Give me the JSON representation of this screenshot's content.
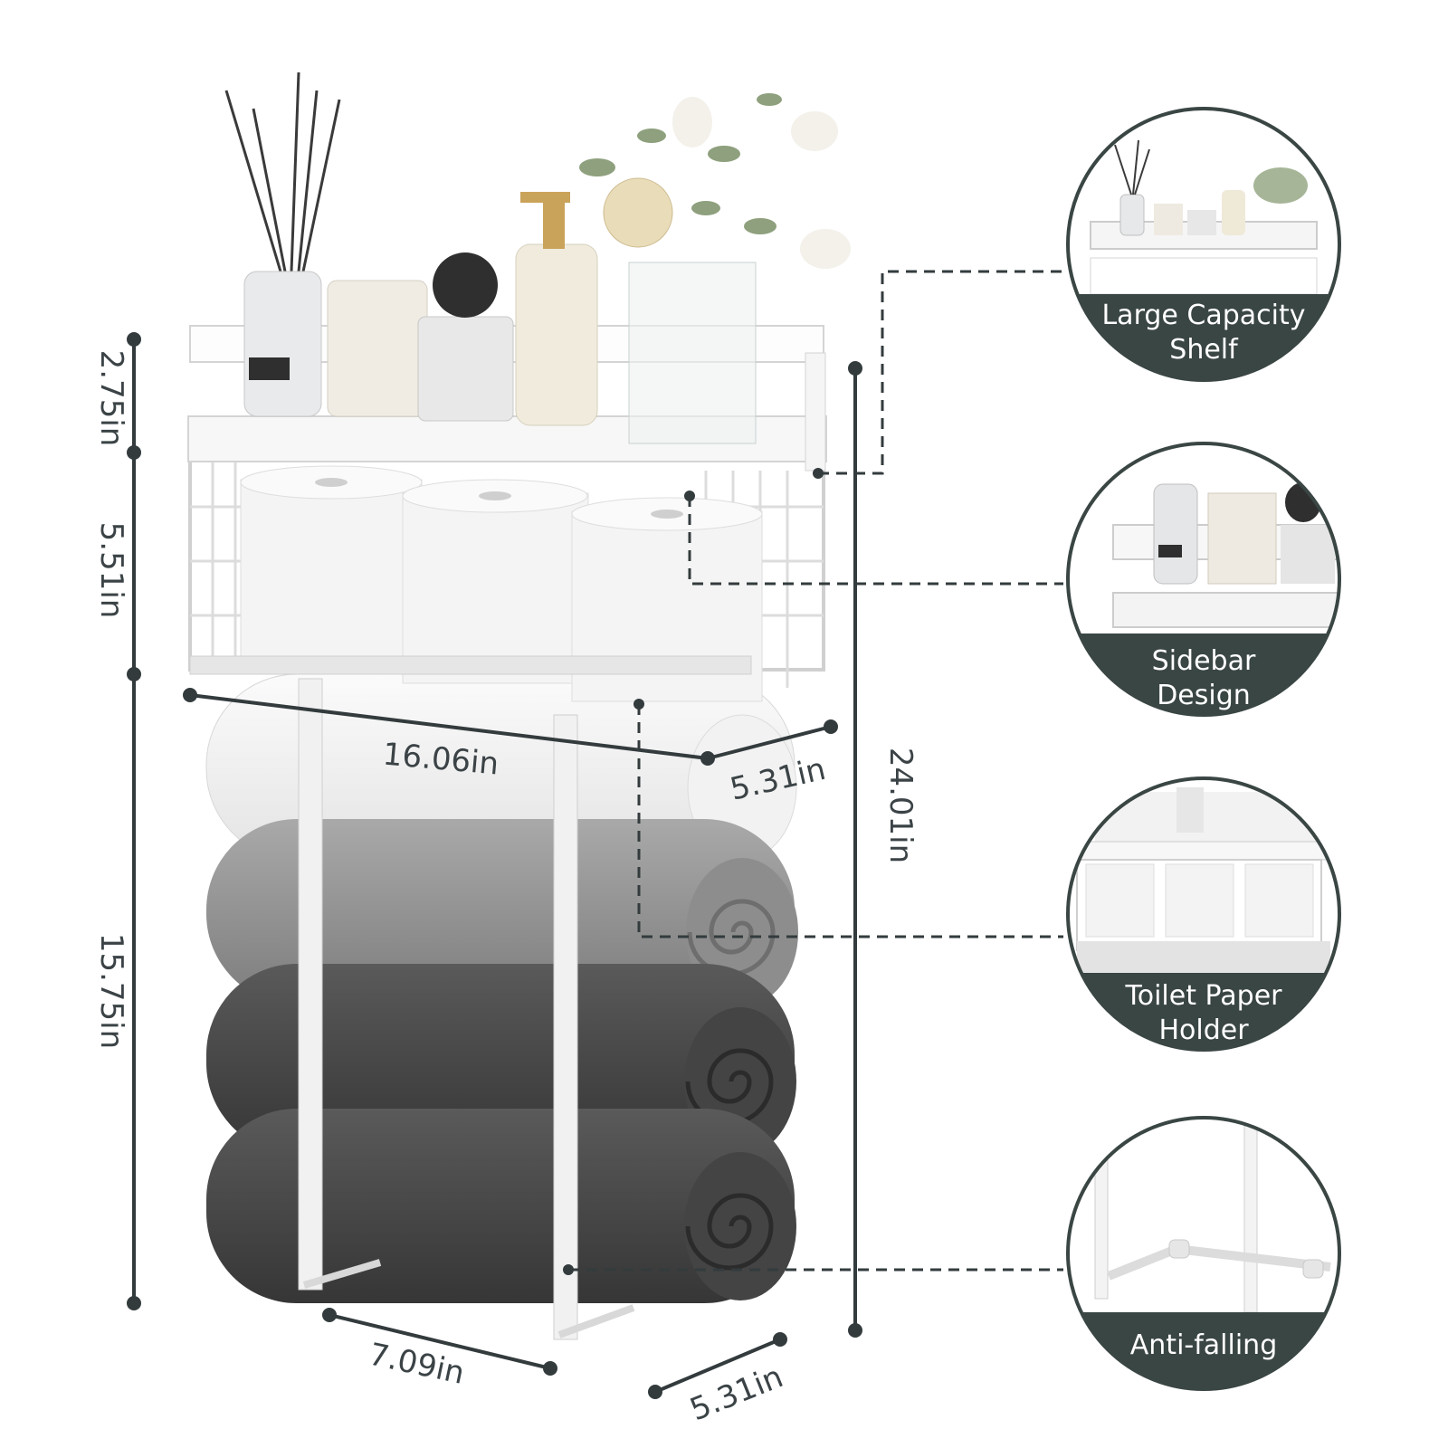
{
  "colors": {
    "accent": "#3a4644",
    "dimension_line": "#333b3d",
    "background": "#ffffff"
  },
  "dimensions": {
    "shelf_height": "2.75in",
    "basket_height": "5.51in",
    "towel_rack_height": "15.75in",
    "total_height": "24.01in",
    "width": "16.06in",
    "shelf_depth": "5.31in",
    "rack_width": "7.09in",
    "rack_depth": "5.31in"
  },
  "features": [
    {
      "line1": "Large Capacity",
      "line2": "Shelf"
    },
    {
      "line1": "Sidebar",
      "line2": "Design"
    },
    {
      "line1": "Toilet Paper",
      "line2": "Holder"
    },
    {
      "line1": "Anti-falling",
      "line2": ""
    }
  ]
}
